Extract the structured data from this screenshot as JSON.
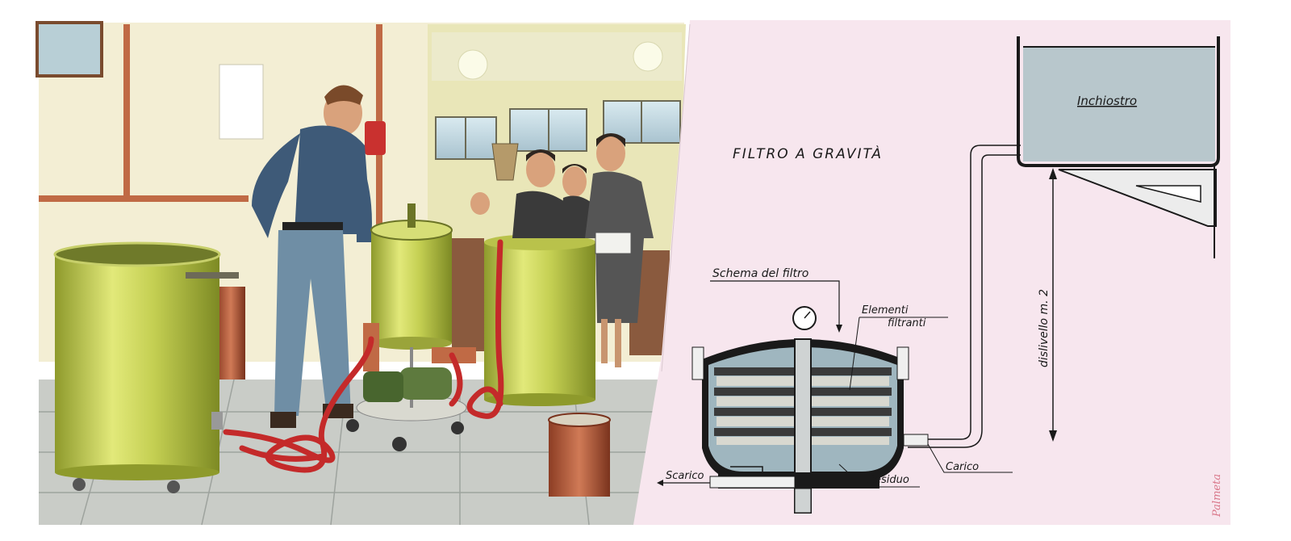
{
  "illustration": {
    "left_panel": "factory workers filtering ink with vats, pump and hoses",
    "right_panel": "gravity filter technical schematic"
  },
  "diagram": {
    "title": "FILTRO A GRAVITÀ",
    "tank_label": "Inchiostro",
    "scheme_label": "Schema del filtro",
    "elements_label_1": "Elementi",
    "elements_label_2": "filtranti",
    "height_label": "dislivello m. 2",
    "discharge_label": "Scarico",
    "residue_label": "Residuo",
    "load_label": "Carico",
    "signature": "Palmeta"
  },
  "colors": {
    "diagram_bg": "#f7e6ee",
    "tank_fill": "#b8c7cc",
    "vat_green": "#c9d35a",
    "hose_red": "#c42a2a",
    "copper": "#b5593a",
    "floor": "#c9ccc7",
    "wall": "#f4efd6"
  }
}
